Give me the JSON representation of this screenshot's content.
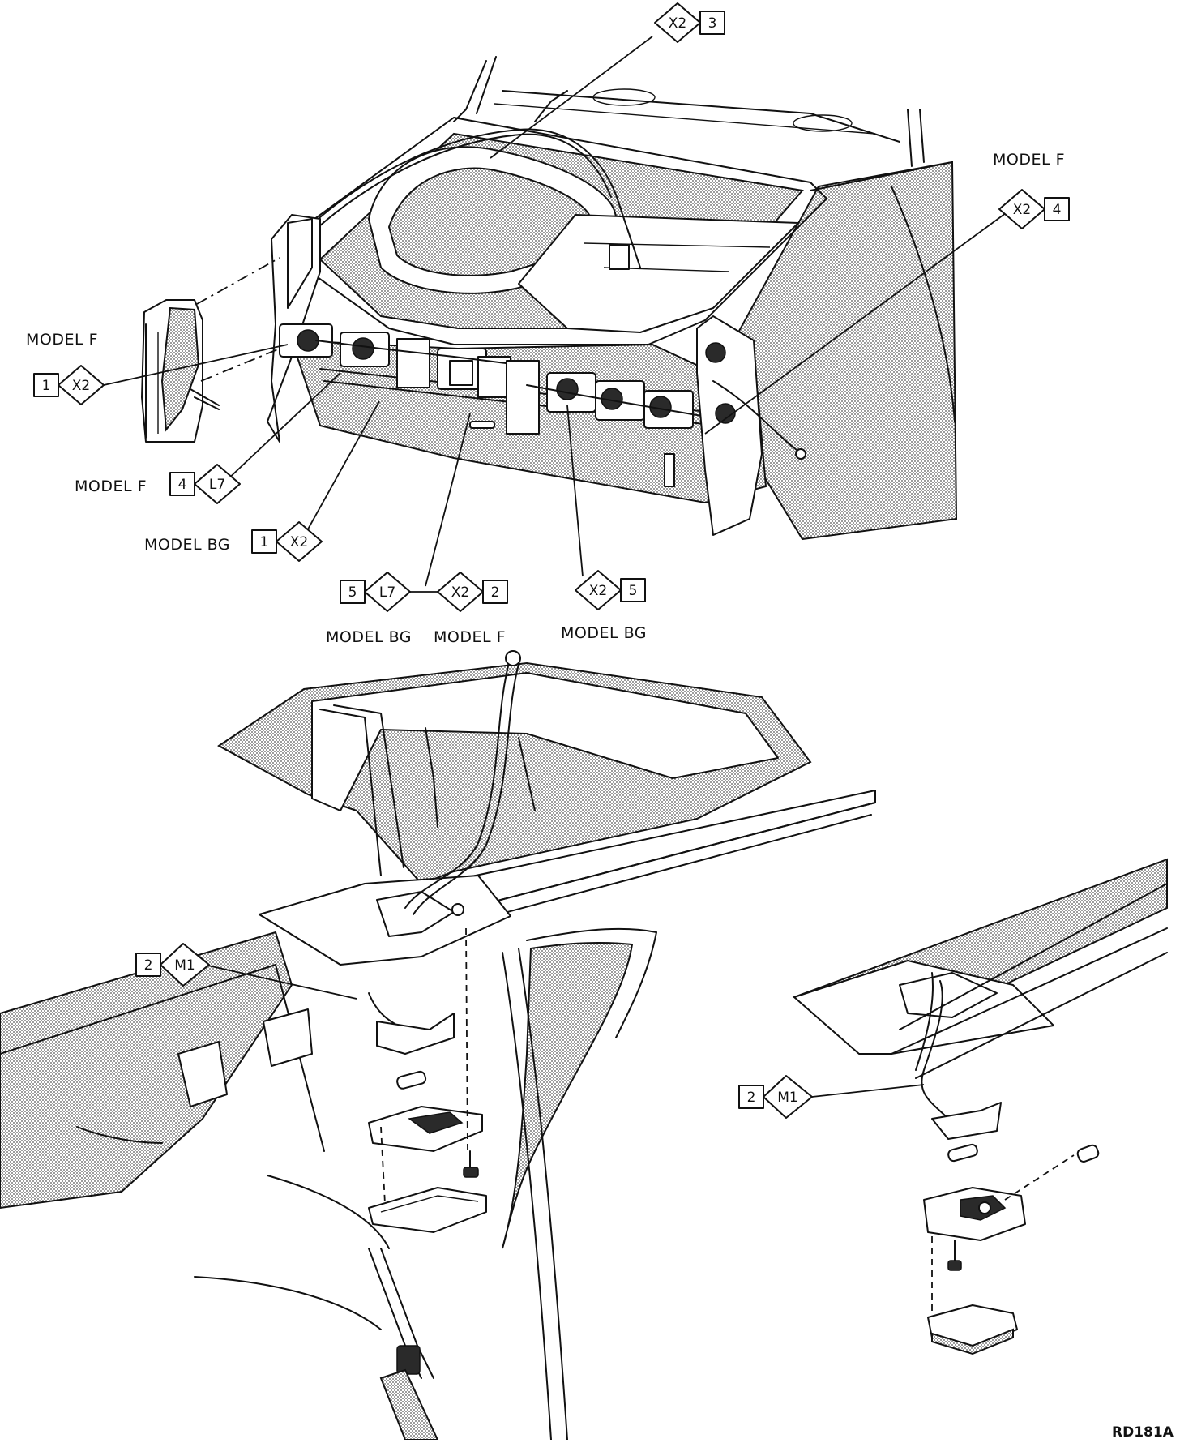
{
  "diagram_id": "RD181A",
  "models": {
    "f": "MODEL F",
    "bg": "MODEL BG"
  },
  "callouts": {
    "x2_3": {
      "code": "X2",
      "num": "3"
    },
    "x2_4": {
      "code": "X2",
      "num": "4"
    },
    "x2_1_f": {
      "num": "1",
      "code": "X2"
    },
    "l7_4": {
      "num": "4",
      "code": "L7"
    },
    "x2_1_bg": {
      "num": "1",
      "code": "X2"
    },
    "l7_5": {
      "num": "5",
      "code": "L7"
    },
    "x2_2": {
      "code": "X2",
      "num": "2"
    },
    "x2_5": {
      "code": "X2",
      "num": "5"
    },
    "m1_2_left": {
      "num": "2",
      "code": "M1"
    },
    "m1_2_right": {
      "num": "2",
      "code": "M1"
    }
  },
  "colors": {
    "ink": "#111111",
    "paper": "#ffffff",
    "shade": "#9a9a9a"
  }
}
